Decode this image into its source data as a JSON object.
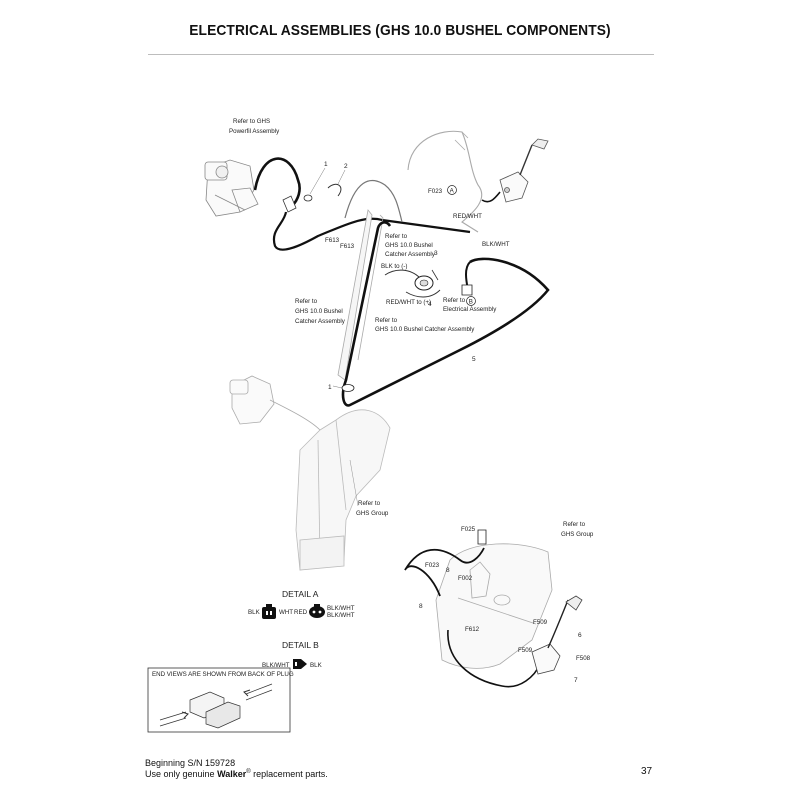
{
  "page": {
    "title": "ELECTRICAL ASSEMBLIES (GHS 10.0 BUSHEL COMPONENTS)",
    "page_number": "37",
    "footer_line1": "Beginning S/N 159728",
    "footer_line2_prefix": "Use only genuine ",
    "footer_brand": "Walker",
    "footer_reg": "®",
    "footer_line2_suffix": " replacement parts."
  },
  "callouts": {
    "refer_ghs_powerfil_1": "Refer to GHS",
    "refer_ghs_powerfil_2": "Powerfil  Assembly",
    "part_1_top": "1",
    "part_2": "2",
    "f023_top": "F023",
    "marker_a": "A",
    "red_wht_top": "RED/WHT",
    "blk_wht_top": "BLK/WHT",
    "f613_a": "F613",
    "f613_b": "F613",
    "refer_catcher_1": "Refer to",
    "refer_catcher_2": "GHS 10.0 Bushel",
    "refer_catcher_3": "Catcher Assembly",
    "part_3": "3",
    "blk_neg": "BLK to (-)",
    "red_wht_pos": "RED/WHT to (+)",
    "part_4": "4",
    "marker_b": "B",
    "refer_electrical_1": "Refer to",
    "refer_electrical_2": "Electrical Assembly",
    "refer_left_1": "Refer to",
    "refer_left_2": "GHS 10.0 Bushel",
    "refer_left_3": "Catcher Assembly",
    "refer_mid_1": "Refer to",
    "refer_mid_2": "GHS 10.0 Bushel Catcher Assembly",
    "part_5": "5",
    "part_1_lower": "1",
    "refer_ghs_group_1": "Refer to",
    "refer_ghs_group_2": "GHS Group",
    "refer_ghs_group_r1": "Refer to",
    "refer_ghs_group_r2": "GHS Group",
    "f025": "F025",
    "f023_bottom": "F023",
    "part_8a": "8",
    "f002": "F002",
    "part_8b": "8",
    "f612": "F612",
    "f509a": "F509",
    "f509b": "F509",
    "f508": "F508",
    "part_6": "6",
    "part_7": "7"
  },
  "detail_a": {
    "title": "DETAIL A",
    "blk": "BLK",
    "wht": "WHT",
    "red": "RED",
    "blk_wht_1": "BLK/WHT",
    "blk_wht_2": "BLK/WHT"
  },
  "detail_b": {
    "title": "DETAIL B",
    "blk_wht": "BLK/WHT",
    "blk": "BLK"
  },
  "end_view_box": {
    "caption": "END VIEWS ARE SHOWN FROM BACK OF PLUG"
  }
}
